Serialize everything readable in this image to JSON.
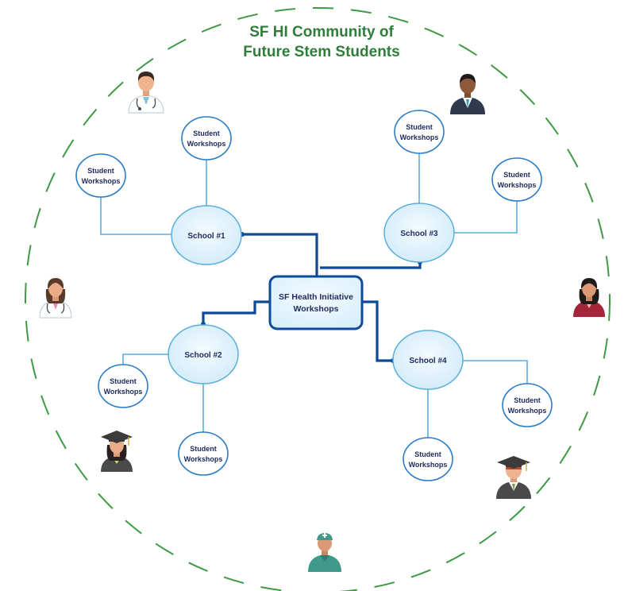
{
  "title_lines": [
    "SF HI Community of",
    "Future Stem Students"
  ],
  "center": {
    "lines": [
      "SF Health Initiative",
      "Workshops"
    ]
  },
  "schools": [
    {
      "label": "School #1"
    },
    {
      "label": "School #3"
    },
    {
      "label": "School #2"
    },
    {
      "label": "School #4"
    }
  ],
  "workshop_lines": [
    "Student",
    "Workshops"
  ],
  "people": [
    {
      "icon": "doctor-male-icon"
    },
    {
      "icon": "businessman-icon"
    },
    {
      "icon": "doctor-female-icon"
    },
    {
      "icon": "businesswoman-icon"
    },
    {
      "icon": "graduate-female-icon"
    },
    {
      "icon": "graduate-male-icon"
    },
    {
      "icon": "nurse-icon"
    }
  ],
  "colors": {
    "title": "#2e7d3a",
    "ring_dash": "#3e9a45",
    "thick_connector": "#0d4a9a",
    "thin_connector": "#5aaedc",
    "node_fill": "#dff0fb",
    "node_stroke": "#5aaedc",
    "workshop_stroke": "#2b7cc6",
    "text": "#1c2a5c"
  }
}
